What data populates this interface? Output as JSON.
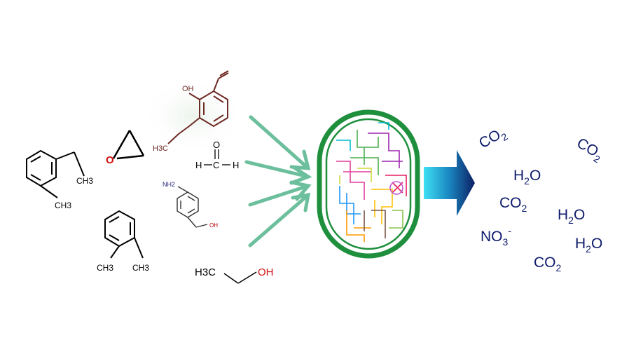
{
  "reactants": {
    "xylene_a": {
      "ch3_top": "CH3",
      "ch3_bottom": "CH3"
    },
    "xylene_b": {
      "ch3_left": "CH3",
      "ch3_right": "CH3"
    },
    "epoxide": {
      "oxygen": "O"
    },
    "vanillin_like": {
      "oh": "OH",
      "h3c": "H3C"
    },
    "formaldehyde": {
      "o": "O",
      "h_left": "H",
      "c": "C",
      "h_right": "H"
    },
    "aminobenzyl_alcohol": {
      "nh2": "NH2",
      "oh": "OH"
    },
    "ethanol": {
      "h3c": "H3C",
      "oh": "OH"
    }
  },
  "products": [
    {
      "base": "CO",
      "sub": "2",
      "sup": ""
    },
    {
      "base": "CO",
      "sub": "2",
      "sup": ""
    },
    {
      "base": "H",
      "sub": "2",
      "tail": "O",
      "sup": ""
    },
    {
      "base": "CO",
      "sub": "2",
      "sup": ""
    },
    {
      "base": "H",
      "sub": "2",
      "tail": "O",
      "sup": ""
    },
    {
      "base": "NO",
      "sub": "3",
      "sup": "-"
    },
    {
      "base": "H",
      "sub": "2",
      "tail": "O",
      "sup": ""
    },
    {
      "base": "CO",
      "sub": "2",
      "sup": ""
    }
  ],
  "colors": {
    "arrow_green": "#6cbf9c",
    "cell_green": "#1e8f3c",
    "product_navy": "#0c1a6b",
    "arrow_dark": "#0e2a6e",
    "arrow_cyan": "#39d4ee",
    "oxygen_red": "#d01010",
    "vanillin_brown": "#6e2a24"
  }
}
